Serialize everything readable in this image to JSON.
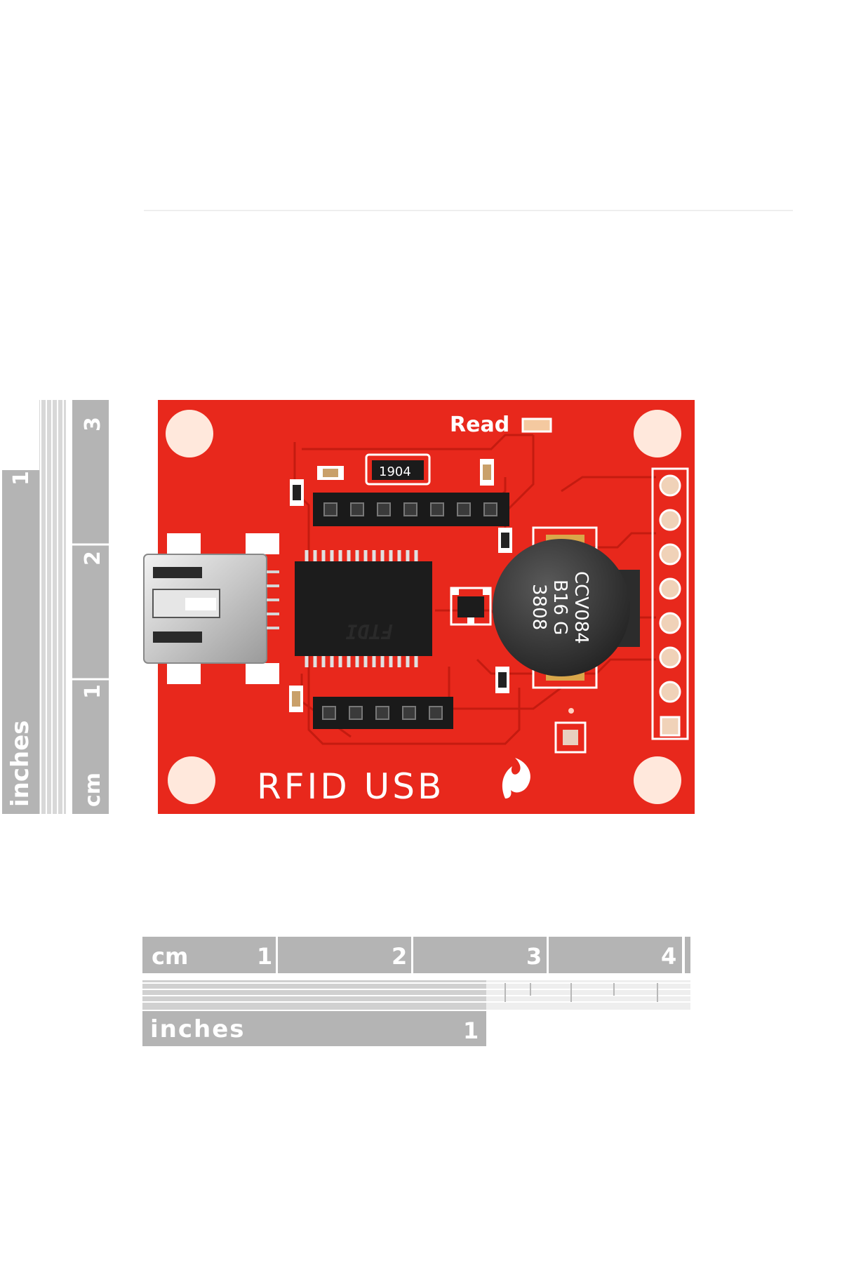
{
  "board": {
    "title": "RFID USB",
    "led_label": "Read",
    "resistor_marking": "1904",
    "buzzer_marking": [
      "CCV084",
      "B16 G",
      "3808"
    ],
    "chip_brand": "FTDI",
    "colors": {
      "pcb": "#e8281c",
      "pcb_trace": "#c81d12",
      "header": "#1a1a1a",
      "ruler": "#b4b4b4"
    }
  },
  "vertical_ruler": {
    "inches_label": "inches",
    "inches_mark": "1",
    "cm_label": "cm",
    "cm_marks": [
      "1",
      "2",
      "3"
    ]
  },
  "horizontal_ruler": {
    "cm_label": "cm",
    "cm_marks": [
      "1",
      "2",
      "3",
      "4"
    ],
    "inches_label": "inches",
    "inches_mark": "1"
  }
}
